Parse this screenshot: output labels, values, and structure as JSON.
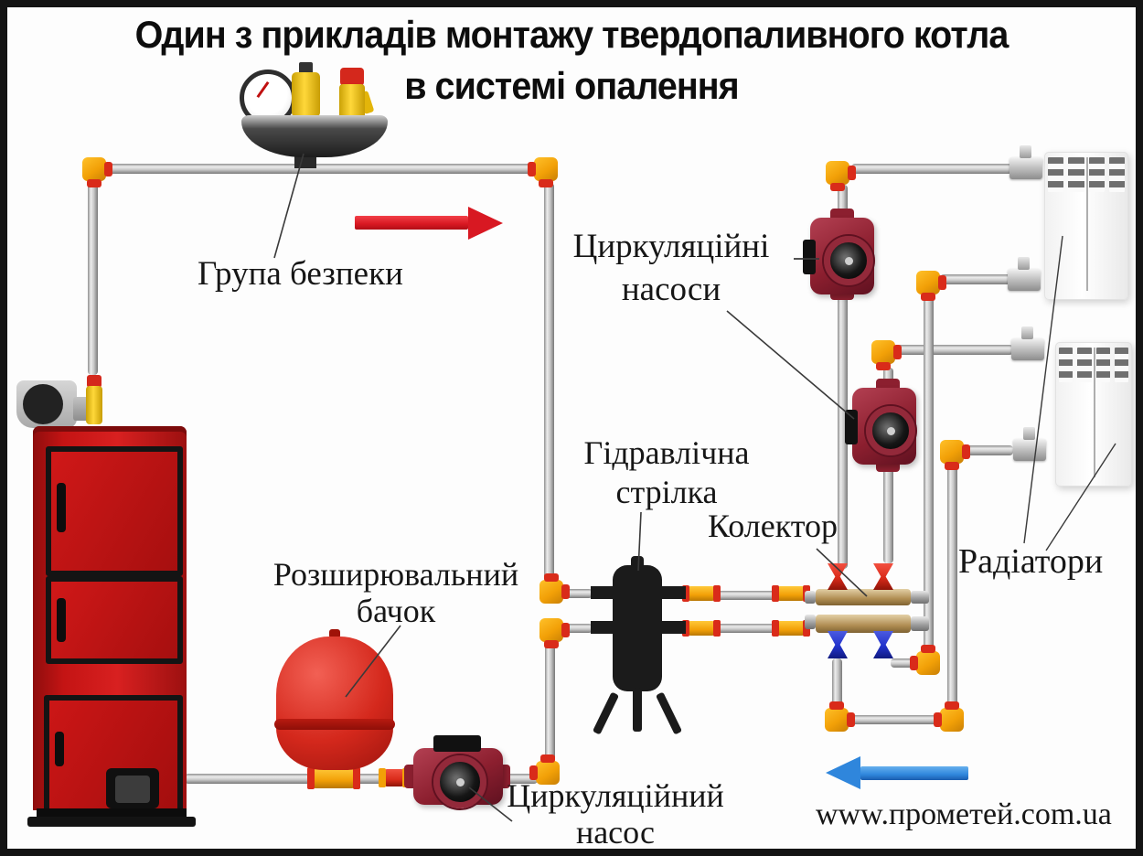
{
  "title": {
    "line1": "Один з прикладів монтажу твердопаливного котла",
    "line2": "в системі опалення"
  },
  "labels": {
    "safety_group": "Група безпеки",
    "circulation_pumps": {
      "line1": "Циркуляційні",
      "line2": "насоси"
    },
    "hydraulic_separator": {
      "line1": "Гідравлічна",
      "line2": "стрілка"
    },
    "collector": "Колектор",
    "expansion_tank": {
      "line1": "Розширювальний",
      "line2": "бачок"
    },
    "radiators": "Радіатори",
    "circulation_pump": {
      "line1": "Циркуляційний",
      "line2": "насос"
    },
    "website": "www.прометей.com.ua"
  },
  "legend": {
    "supply_arrow_color": "#d81822",
    "return_arrow_color": "#2f86dc"
  },
  "palette": {
    "boiler_red": "#c41414",
    "pump_maroon": "#8c1f2f",
    "pipe_silver": "#c9c9c9",
    "fitting_yellow": "#f2a007",
    "fitting_red": "#d92b1a",
    "separator_black": "#1b1b1b",
    "collector_brass": "#b08d52",
    "tank_red": "#d4281c",
    "valve_blue": "#2233cc"
  },
  "components": [
    "boiler",
    "fan-blower",
    "safety-group",
    "expansion-tank",
    "circulation-pump",
    "hydraulic-separator",
    "collector",
    "circulation-pumps",
    "radiators"
  ]
}
